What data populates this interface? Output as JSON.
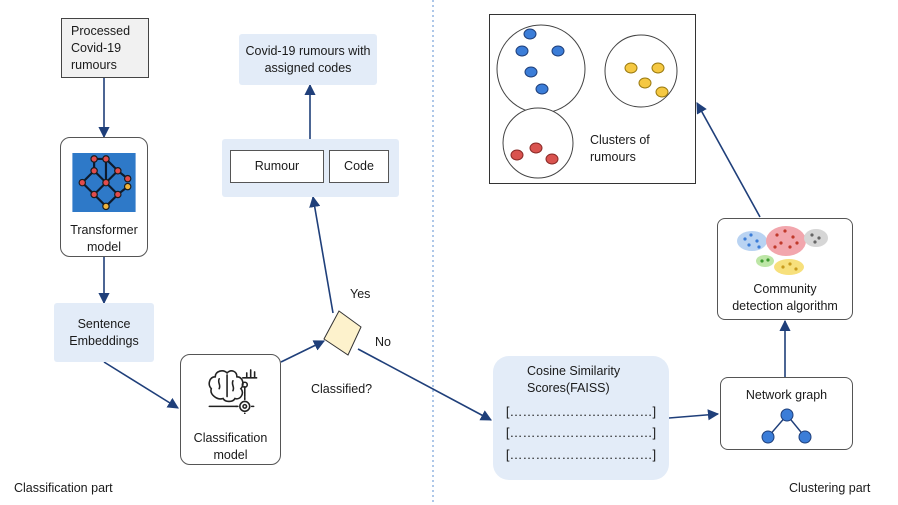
{
  "labels": {
    "processed": "Processed Covid-19 rumours",
    "transformer": "Transformer model",
    "embeddings": "Sentence Embeddings",
    "classification_model": "Classification model",
    "classified": "Classified?",
    "yes": "Yes",
    "no": "No",
    "rumour": "Rumour",
    "code": "Code",
    "assigned": "Covid-19 rumours with assigned codes",
    "cosine": "Cosine Similarity Scores(FAISS)",
    "cosine_rows": [
      "[……………………………]",
      "[……………………………]",
      "[……………………………]"
    ],
    "network": "Network graph",
    "community": "Community detection algorithm",
    "clusters": "Clusters of rumours",
    "classification_part": "Classification part",
    "clustering_part": "Clustering part"
  },
  "colors": {
    "arrow": "#1f3f7a",
    "blue_box": "#e3ecf8",
    "grey_box": "#f1f1f1",
    "node_blue": "#3b7dd8",
    "node_yellow": "#f5c842",
    "node_red": "#d9534f",
    "diamond": "#fdf2cc"
  },
  "icons": {
    "transformer": "neural-network-icon",
    "classification": "brain-gear-icon",
    "community": "community-clusters-icon",
    "network": "tree-graph-icon"
  }
}
